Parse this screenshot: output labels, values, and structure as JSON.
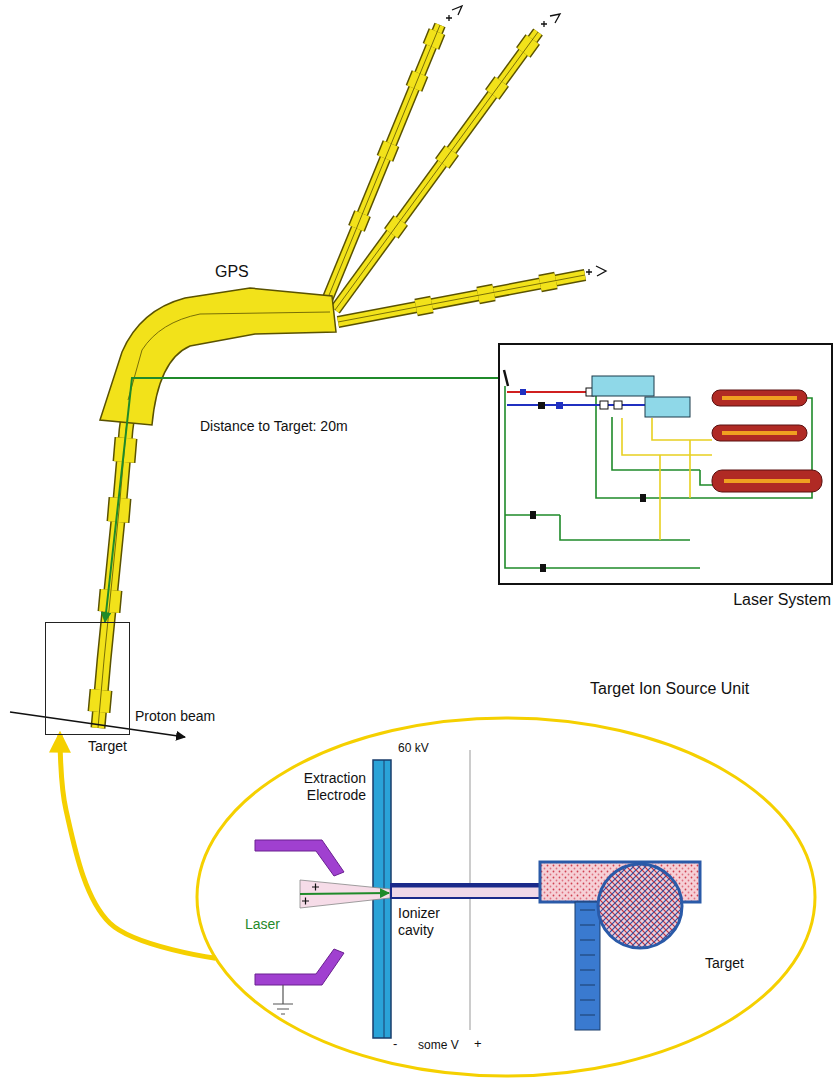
{
  "diagram": {
    "nodes": [
      {
        "text": [
          "Laser System"
        ]
      },
      {
        "text": [
          "Target"
        ]
      },
      {
        "text": [
          "Target Ion Source Unit"
        ]
      }
    ],
    "edges": [
      {
        "from": 0,
        "to": 1,
        "arrow": "to"
      },
      {
        "from": 2,
        "to": 1,
        "arrow": "to"
      }
    ],
    "labels": [
      "GPS",
      "Distance to Target: 20m",
      "Proton beam",
      "60 kV",
      "Extraction Electrode",
      "Laser",
      "Ionizer cavity",
      "Target",
      "-",
      "some V",
      "+"
    ]
  }
}
